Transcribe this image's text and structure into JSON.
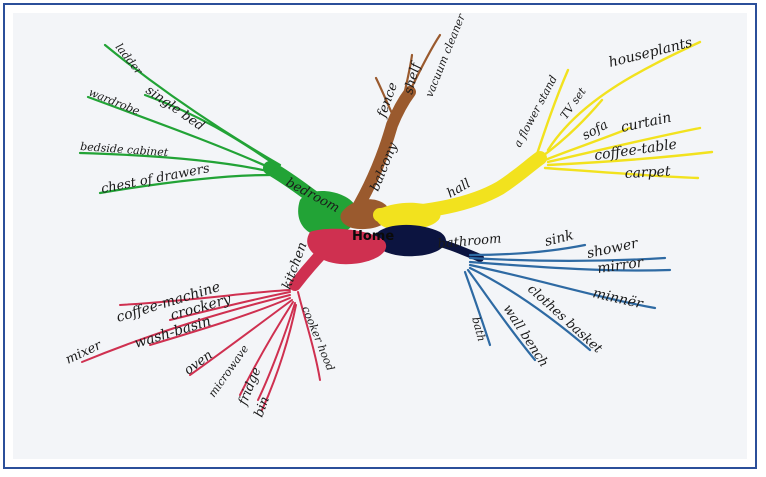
{
  "colors": {
    "frame": "#2b4f9a",
    "bedroom": "#22a336",
    "balcony": "#9a5a2e",
    "hall": "#f2e21e",
    "bathroom": "#1f5c95",
    "kitchen": "#cf3050",
    "center_navy": "#0c1440"
  },
  "center": {
    "label": "Home"
  },
  "bedroom": {
    "label": "bedroom",
    "items": [
      "ladder",
      "single bed",
      "wardrobe",
      "bedside cabinet",
      "chest of drawers"
    ]
  },
  "balcony": {
    "label": "balcony",
    "items": [
      "fence",
      "shelf",
      "vacuum cleaner"
    ]
  },
  "hall": {
    "label": "hall",
    "items": [
      "a flower stand",
      "TV set",
      "houseplants",
      "sofa",
      "curtain",
      "coffee-table",
      "carpet"
    ]
  },
  "bathroom": {
    "label": "bathroom",
    "items": [
      "sink",
      "shower",
      "mirror",
      "minnër",
      "clothes basket",
      "wall bench",
      "bath"
    ]
  },
  "kitchen": {
    "label": "kitchen",
    "items": [
      "coffee-machine",
      "crockery",
      "mixer",
      "wash-basin",
      "oven",
      "microwave",
      "fridge",
      "bin",
      "cooker hood"
    ]
  }
}
